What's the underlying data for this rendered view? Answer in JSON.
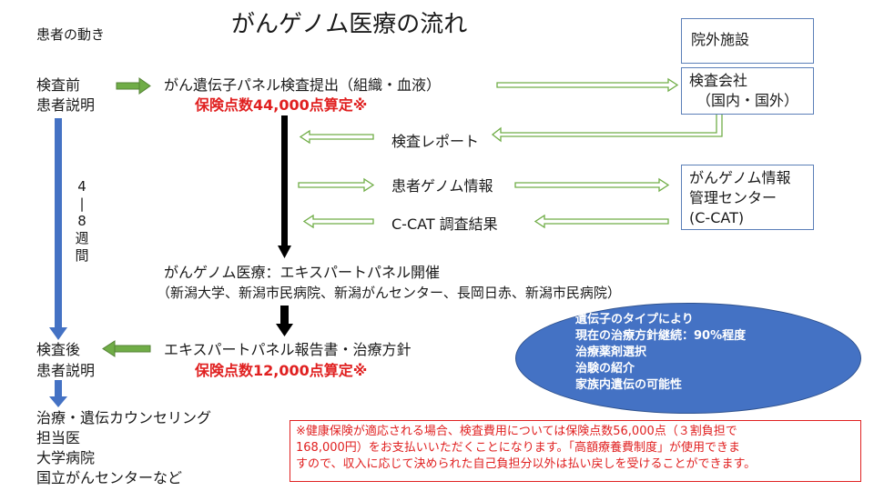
{
  "header": {
    "title": "がんゲノム医療の流れ",
    "patient_flow_label": "患者の動き"
  },
  "patient": {
    "before_line1": "検査前",
    "before_line2": "患者説明",
    "duration_chars": [
      "4",
      "|",
      "8",
      "週",
      "間"
    ],
    "after_line1": "検査後",
    "after_line2": "患者説明",
    "destinations": [
      "治療・遺伝カウンセリング",
      "担当医",
      "大学病院",
      "国立がんセンターなど"
    ]
  },
  "flow": {
    "submit": "がん遺伝子パネル検査提出（組織・血液）",
    "submit_points": "保険点数44,000点算定※",
    "report": "検査レポート",
    "genome_info": "患者ゲノム情報",
    "ccat_result": "C-CAT 調査結果",
    "expert_panel_line1": "がんゲノム医療：エキスパートパネル開催",
    "expert_panel_line2": "（新潟大学、新潟市民病院、新潟がんセンター、長岡日赤、新潟市民病院）",
    "report_plan": "エキスパートパネル報告書・治療方針",
    "report_points": "保険点数12,000点算定※"
  },
  "external": {
    "facility": "院外施設",
    "company_line1": "検査会社",
    "company_line2": "（国内・国外）",
    "ccat_line1": "がんゲノム情報",
    "ccat_line2": "管理センター",
    "ccat_line3": "(C-CAT)"
  },
  "ellipse": {
    "lines": [
      "遺伝子のタイプにより",
      "現在の治療方針継続：90%程度",
      "治療薬剤選択",
      "治験の紹介",
      "家族内遺伝の可能性"
    ]
  },
  "notice": {
    "lines": [
      "※健康保険が適応される場合、検査費用については保険点数56,000点（３割負担で",
      "168,000円）をお支払いいただくことになります。「高額療養費制度」が使用できま",
      "すので、収入に応じて決められた自己負担分以外は払い戻しを受けることができます。"
    ]
  },
  "colors": {
    "accent_blue": "#4472c4",
    "arrow_green": "#70ad47",
    "warning_red": "#e02020"
  }
}
